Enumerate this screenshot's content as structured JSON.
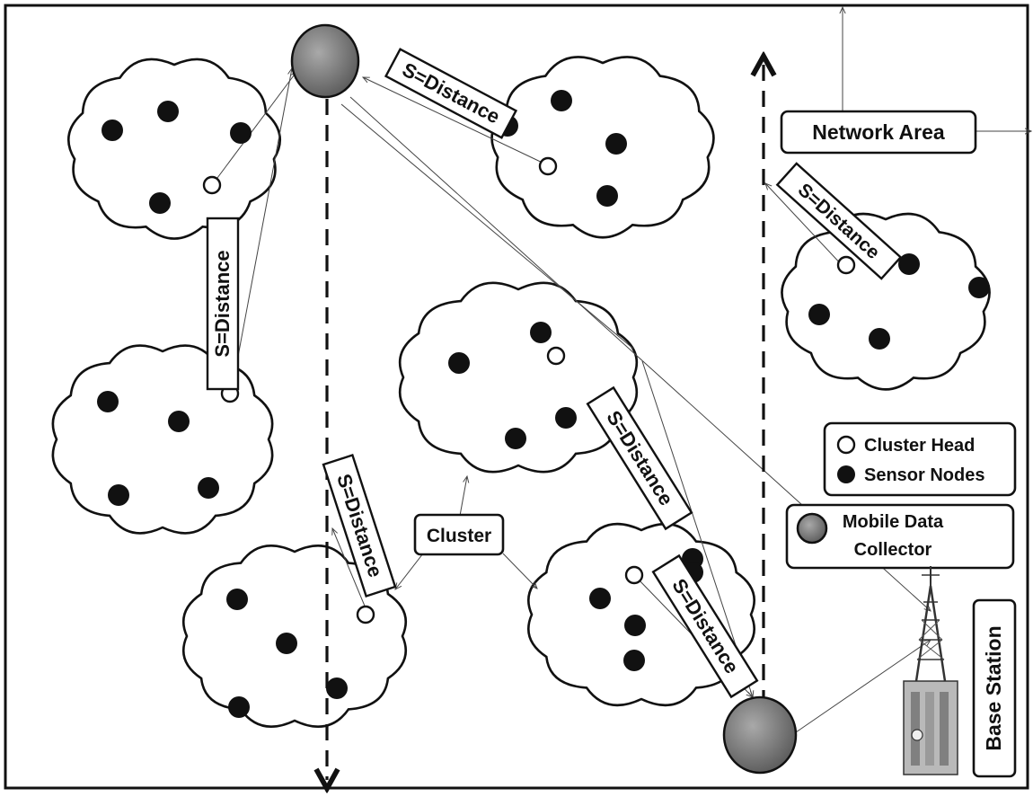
{
  "labels": {
    "network_area": "Network Area",
    "cluster": "Cluster",
    "distance": "S=Distance",
    "base_station": "Base Station"
  },
  "legend": {
    "cluster_head": "Cluster Head",
    "sensor_nodes": "Sensor Nodes",
    "mobile_collector_line1": "Mobile Data",
    "mobile_collector_line2": "Collector"
  },
  "colors": {
    "outline": "#111111",
    "sensor_node": "#111111",
    "cluster_head": "#ffffff",
    "mobile_collector": "#7a7a7a"
  },
  "icons": [
    "cluster-cloud",
    "sensor-node",
    "cluster-head",
    "mobile-data-collector",
    "base-station-tower"
  ]
}
